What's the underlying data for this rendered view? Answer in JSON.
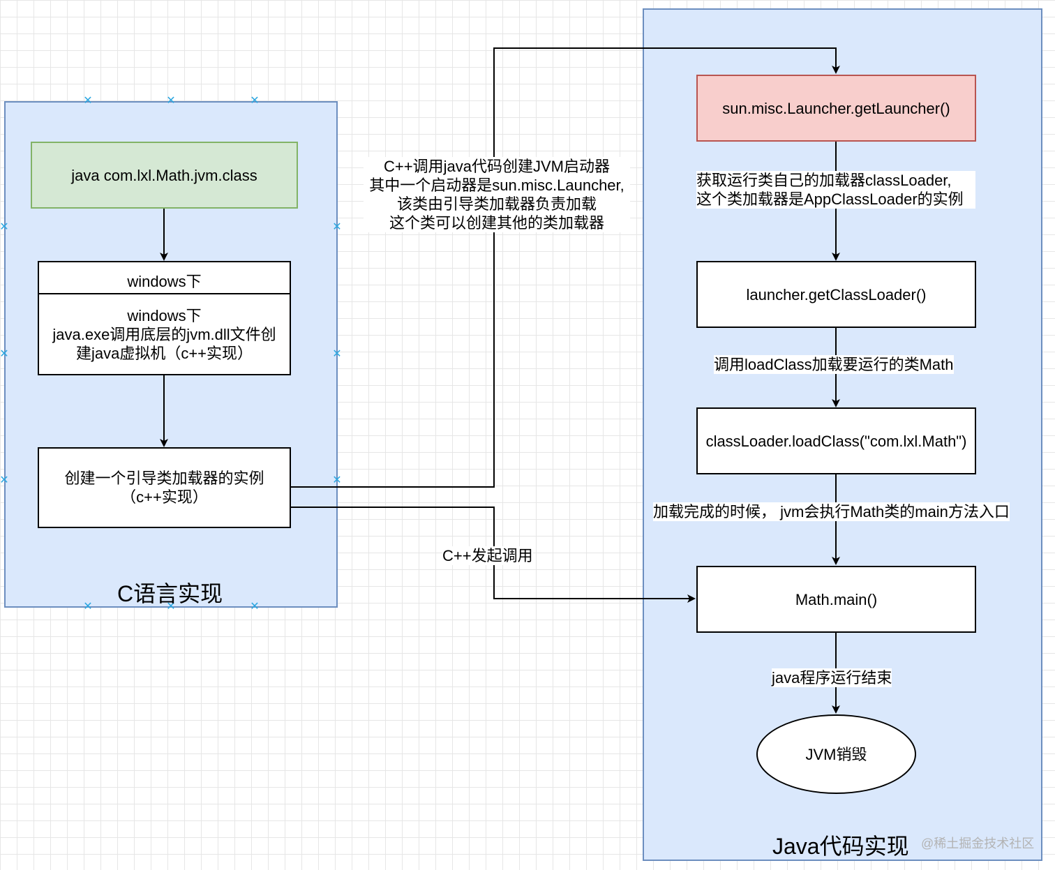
{
  "c_group": {
    "title": "C语言实现",
    "start_box": "java com.lxl.Math.jvm.class",
    "windows_box": {
      "header": "windows下",
      "body": "windows下\njava.exe调用底层的jvm.dll文件创\n建java虚拟机（c++实现）"
    },
    "loader_box": "创建一个引导类加载器的实例\n（c++实现）"
  },
  "java_group": {
    "title": "Java代码实现",
    "launcher_box": "sun.misc.Launcher.getLauncher()",
    "getclassloader_box": "launcher.getClassLoader()",
    "loadclass_box": "classLoader.loadClass(\"com.lxl.Math\")",
    "main_box": "Math.main()",
    "end_ellipse": "JVM销毁"
  },
  "edge_labels": {
    "jvm_launcher": "C++调用java代码创建JVM启动器\n其中一个启动器是sun.misc.Launcher,\n该类由引导类加载器负责加载\n这个类可以创建其他的类加载器",
    "cpp_call": "C++发起调用",
    "get_loader": "获取运行类自己的加载器classLoader,\n这个类加载器是AppClassLoader的实例",
    "load_math": "调用loadClass加载要运行的类Math",
    "load_done": "加载完成的时候， jvm会执行Math类的main方法入口",
    "java_end": "java程序运行结束"
  },
  "watermark": "@稀土掘金技术社区",
  "colors": {
    "container_fill": "#dae8fc",
    "container_stroke": "#6c8ebf",
    "start_fill": "#d5e8d4",
    "start_stroke": "#82b366",
    "launcher_fill": "#f8cecc",
    "launcher_stroke": "#b85450",
    "selection_handle": "#2aa6e0"
  }
}
